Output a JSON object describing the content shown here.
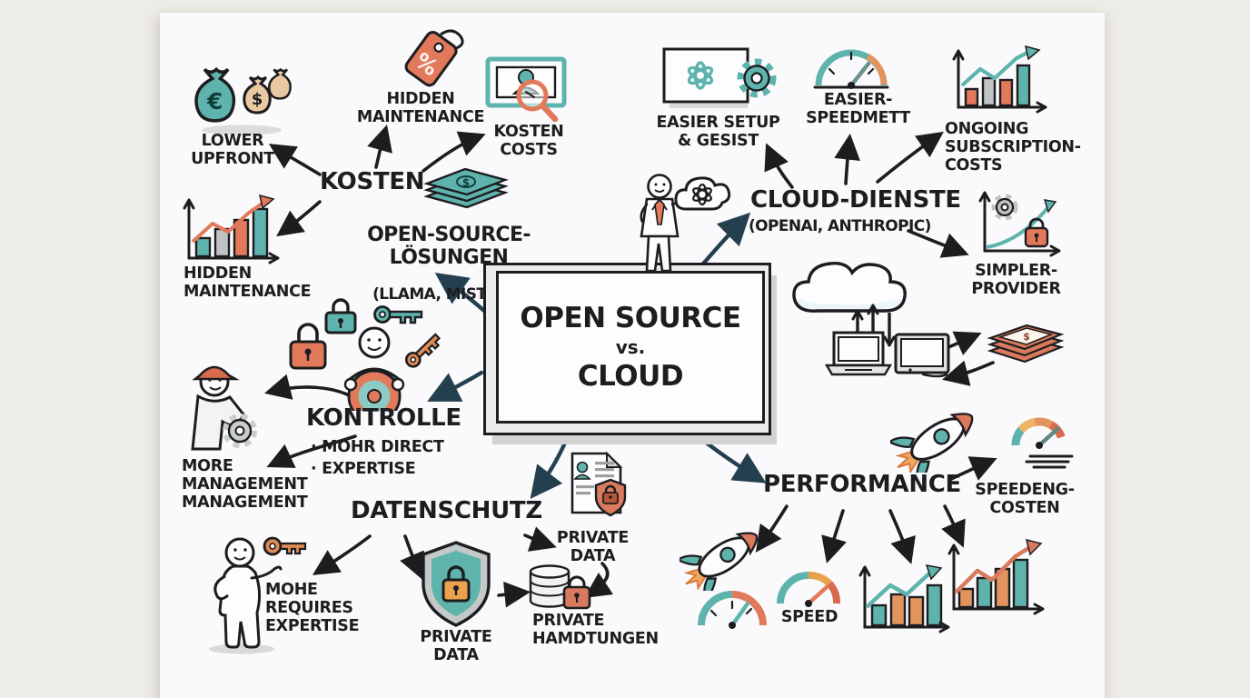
{
  "scene": {
    "kind": "hand-drawn sketchnote mind map on white paper"
  },
  "colors": {
    "teal": "#5FB3AD",
    "teal_light": "#8CCAC5",
    "orange": "#E2795B",
    "orange_light": "#F0A85C",
    "amber": "#E8A24E",
    "tan": "#E9C9A2",
    "gray": "#BFC3C4",
    "ink": "#1D1D1F",
    "navy": "#24404F",
    "paper": "#FAFAFC",
    "background": "#EEECE6"
  },
  "center": {
    "line1": "OPEN SOURCE",
    "line2": "vs.",
    "line3": "CLOUD"
  },
  "branches": {
    "kosten": {
      "label": "KOSTEN –",
      "children": {
        "lower_upfront": "LOWER\nUPFRONT",
        "hidden_maintenance_tag": "HIDDEN\nMAINTENANCE",
        "kosten_costs": "KOSTEN\nCOSTS",
        "hidden_maintenance_chart": "HIDDEN\nMAINTENANCE"
      }
    },
    "open_source_loesungen": {
      "label": "OPEN-SOURCE-LÖSUNGEN",
      "sub": "(LLAMA, MISTRAL)"
    },
    "kontrolle": {
      "label": "KONTROLLE",
      "bullets": [
        "· MOHR DIRECT",
        "· EXPERTISE"
      ],
      "children": {
        "more_management": "MORE\nMANAGEMENT\nMANAGEMENT"
      }
    },
    "datenschutz": {
      "label": "DATENSCHUTZ",
      "children": {
        "mohe_requires_expertise": "MOHE\nREQUIRES\nEXPERTISE",
        "private_data_shield": "PRIVATE\nDATA",
        "private_data_doc": "PRIVATE\nDATA",
        "private_hamdtungen": "PRIVATE\nHAMDTUNGEN"
      }
    },
    "cloud_dienste": {
      "label": "CLOUD-DIENSTE",
      "sub": "(OPENAI, ANTHROPIC)",
      "children": {
        "easier_setup": "EASIER SETUP\n& GESIST",
        "easier_speedmett": "EASIER-\nSPEEDMETT",
        "ongoing_subscription": "ONGOING\nSUBSCRIPTION-\nCOSTS",
        "simpler_provider": "SIMPLER-\nPROVIDER"
      }
    },
    "performance": {
      "label": "PERFORMANCE",
      "children": {
        "speedeng_costen": "SPEEDENG-\nCOSTEN",
        "speed": "SPEED"
      }
    }
  },
  "icons": [
    "money-bags-icon",
    "percent-tag-icon",
    "banknote-magnifier-icon",
    "money-stack-teal-icon",
    "bar-chart-growth-icon",
    "teal-lock-icon",
    "red-lock-icon",
    "teal-key-icon",
    "orange-key-icon",
    "driver-steering-wheel-icon",
    "mechanic-gear-icon",
    "person-with-key-icon",
    "shield-lock-icon",
    "document-shield-icon",
    "database-lock-icon",
    "presenter-icon",
    "openai-cloud-icon",
    "browser-gear-icon",
    "speedometer-icon",
    "bar-chart-subscription-icon",
    "gear-lock-chart-icon",
    "money-stack-red-icon",
    "cloud-laptops-sync-icon",
    "rocket-icon",
    "speedometer-lines-icon",
    "speed-gauge-icon",
    "bar-chart-teal-arrow-icon",
    "bar-chart-red-arrow-icon"
  ]
}
